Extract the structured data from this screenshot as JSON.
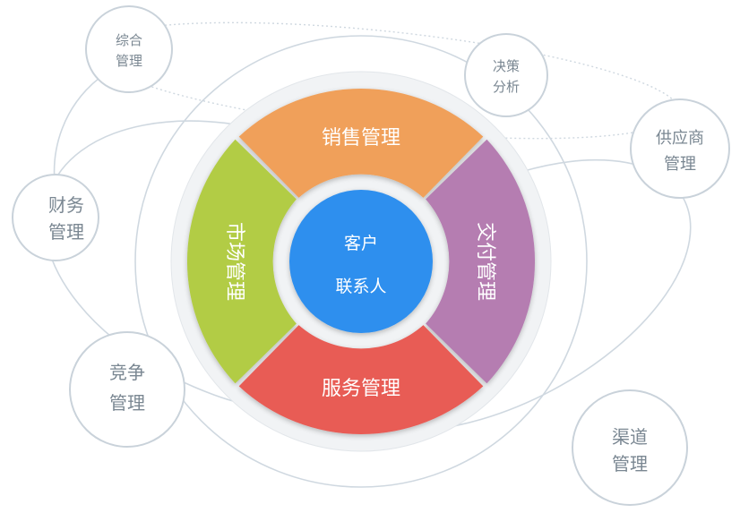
{
  "center": {
    "line1": "客户",
    "line2": "联系人",
    "color": "#2f8fee"
  },
  "segments": [
    {
      "id": "sales",
      "label": "销售管理",
      "color": "#f0a05a"
    },
    {
      "id": "delivery",
      "label": "交付管理",
      "color": "#b57db1"
    },
    {
      "id": "service",
      "label": "服务管理",
      "color": "#e85b54"
    },
    {
      "id": "market",
      "label": "市场管理",
      "color": "#b2cc45"
    }
  ],
  "bubbles": [
    {
      "id": "zonghe",
      "line1": "综合",
      "line2": "管理"
    },
    {
      "id": "juece",
      "line1": "决策",
      "line2": "分析"
    },
    {
      "id": "gongyingshang",
      "line1": "供应商",
      "line2": "管理"
    },
    {
      "id": "caiwu",
      "line1": "财务",
      "line2": "管理"
    },
    {
      "id": "jingzheng",
      "line1": "竞争",
      "line2": "管理"
    },
    {
      "id": "qudao",
      "line1": "渠道",
      "line2": "管理"
    }
  ]
}
